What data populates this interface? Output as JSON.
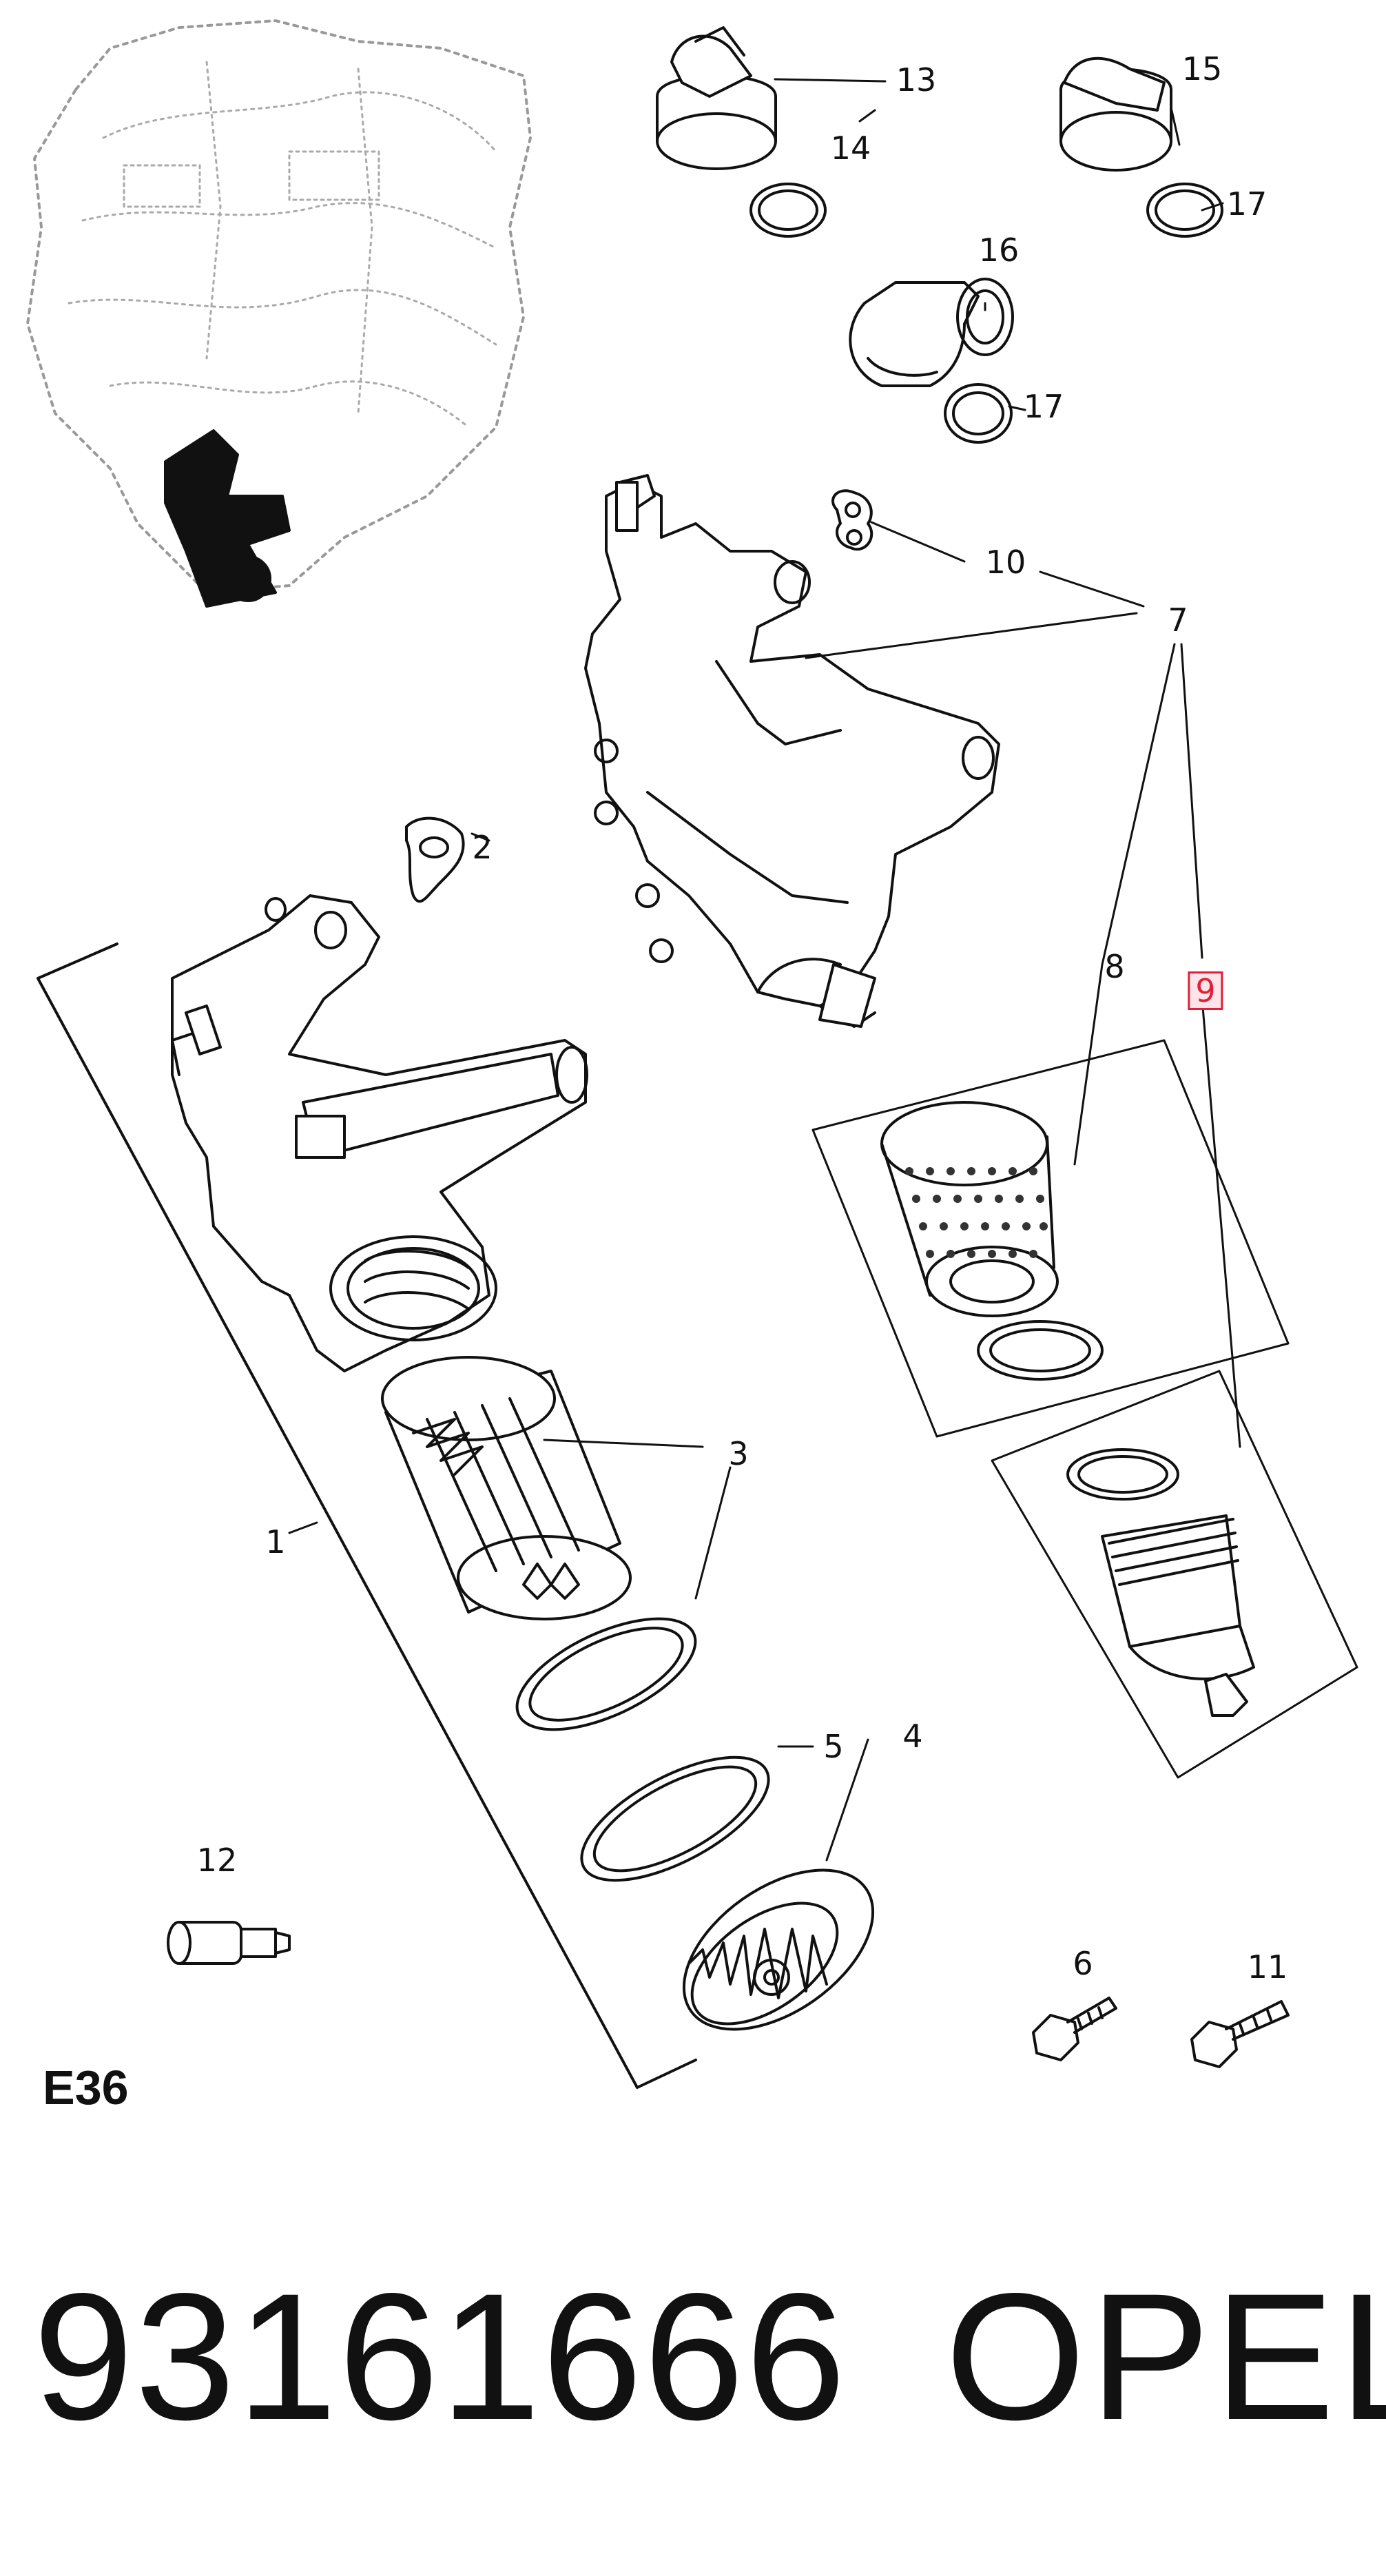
{
  "diagram": {
    "callouts": [
      {
        "id": "13",
        "label": "13"
      },
      {
        "id": "14",
        "label": "14"
      },
      {
        "id": "15",
        "label": "15"
      },
      {
        "id": "17a",
        "label": "17"
      },
      {
        "id": "16",
        "label": "16"
      },
      {
        "id": "17b",
        "label": "17"
      },
      {
        "id": "10",
        "label": "10"
      },
      {
        "id": "7",
        "label": "7"
      },
      {
        "id": "2",
        "label": "2"
      },
      {
        "id": "8",
        "label": "8"
      },
      {
        "id": "9",
        "label": "9",
        "highlighted": true
      },
      {
        "id": "3",
        "label": "3"
      },
      {
        "id": "1",
        "label": "1"
      },
      {
        "id": "5",
        "label": "5"
      },
      {
        "id": "4",
        "label": "4"
      },
      {
        "id": "12",
        "label": "12"
      },
      {
        "id": "6",
        "label": "6"
      },
      {
        "id": "11",
        "label": "11"
      }
    ],
    "highlight_color": "#e0203a",
    "section_code": "E36"
  },
  "footer": {
    "part_number": "93161666",
    "brand": "OPEL"
  }
}
